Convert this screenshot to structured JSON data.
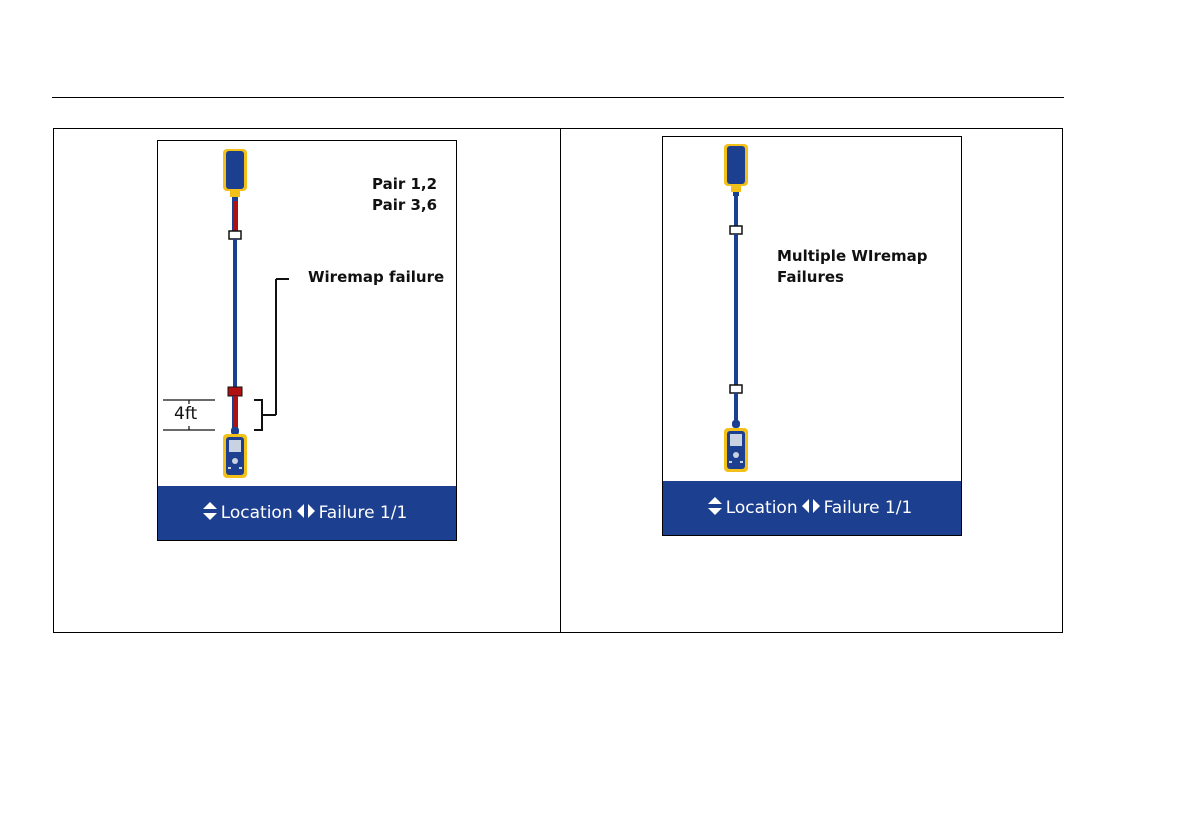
{
  "left_panel": {
    "pair_labels": [
      "Pair 1,2",
      "Pair 3,6"
    ],
    "failure_label": "Wiremap failure",
    "distance_label": "4ft",
    "status": {
      "location": "Location",
      "failure": "Failure 1/1"
    }
  },
  "right_panel": {
    "failure_label_line1": "Multiple WIremap",
    "failure_label_line2": "Failures",
    "status": {
      "location": "Location",
      "failure": "Failure 1/1"
    }
  },
  "colors": {
    "cable": "#1c3f8f",
    "fault": "#b01010",
    "fluke_yellow": "#f2c018",
    "device_body": "#1c3f8f"
  }
}
